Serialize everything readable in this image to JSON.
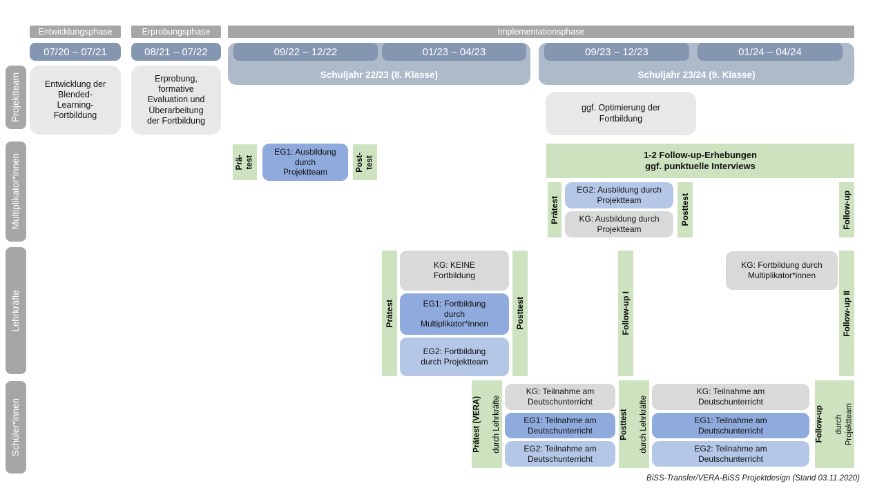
{
  "colors": {
    "phase_gray": "#a6a6a6",
    "date_blue": "#8496b0",
    "year_blue": "#aeb9ca",
    "light_gray": "#e9e8e8",
    "kg_gray": "#d9d9d9",
    "eg1_blue": "#8faadc",
    "eg2_blue": "#b4c7e7",
    "green": "#cde3c0"
  },
  "row_labels": [
    "Projektteam",
    "Multiplikator*innen",
    "Lehrkräfte",
    "Schüler*innen"
  ],
  "phases": [
    "Entwicklungsphase",
    "Erprobungsphase",
    "Implementationsphase"
  ],
  "dates": [
    "07/20 – 07/21",
    "08/21 – 07/22",
    "09/22 – 12/22",
    "01/23 – 04/23",
    "09/23 – 12/23",
    "01/24 – 04/24"
  ],
  "school_years": [
    "Schuljahr 22/23 (8. Klasse)",
    "Schuljahr 23/24 (9. Klasse)"
  ],
  "projektteam": {
    "entwicklung": "Entwicklung der\nBlended-\nLearning-\nFortbildung",
    "erprobung": "Erprobung,\nformative\nEvaluation und\nÜberarbeitung\nder Fortbildung",
    "optimierung": "ggf. Optimierung der\nFortbildung"
  },
  "multiplikatoren": {
    "praetest_split": "Prä-\ntest",
    "eg1": "EG1: Ausbildung\ndurch\nProjektteam",
    "posttest_split": "Post-\ntest",
    "followup_box": "1-2 Follow-up-Erhebungen\nggf. punktuelle Interviews",
    "praetest": "Prätest",
    "eg2": "EG2: Ausbildung durch\nProjektteam",
    "kg": "KG: Ausbildung durch\nProjektteam",
    "posttest": "Posttest",
    "followup": "Follow-up"
  },
  "lehrkraefte": {
    "praetest": "Prätest",
    "kg": "KG: KEINE\nFortbildung",
    "eg1": "EG1: Fortbildung\ndurch\nMultiplikator*innen",
    "eg2": "EG2: Fortbildung\ndurch Projektteam",
    "posttest": "Posttest",
    "followup1": "Follow-up I",
    "kg2": "KG: Fortbildung durch\nMultiplikator*innen",
    "followup2": "Follow-up II"
  },
  "schueler": {
    "praetest_bold": "Prätest (VERA)",
    "praetest_sub": "durch Lehrkräfte",
    "kg": "KG: Teilnahme am\nDeutschunterricht",
    "eg1": "EG1: Teilnahme am\nDeutschunterricht",
    "eg2": "EG2: Teilnahme am\nDeutschunterricht",
    "posttest_bold": "Posttest",
    "posttest_sub": "durch Lehrkräfte",
    "followup_bold": "Follow-up",
    "followup_sub": "durch\nProjektteam"
  },
  "caption": "BiSS-Transfer/VERA-BiSS Projektdesign (Stand 03.11.2020)"
}
